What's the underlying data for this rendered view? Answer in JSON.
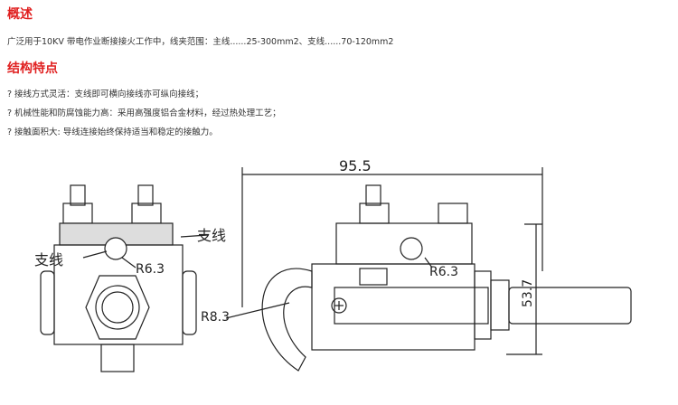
{
  "overview": {
    "heading": "概述",
    "text": "广泛用于10KV 带电作业断接接火工作中，线夹范围：主线......25-300mm2、支线......70-120mm2"
  },
  "features": {
    "heading": "结构特点",
    "items": [
      "? 接线方式灵活：支线即可横向接线亦可纵向接线；",
      "? 机械性能和防腐蚀能力高：采用高强度铝合金材料，经过热处理工艺；",
      "? 接触面积大: 导线连接始终保持适当和稳定的接触力。"
    ]
  },
  "drawing": {
    "branch_label_right": "支线",
    "branch_label_left": "支线",
    "radius_front": "R6.3",
    "radius_side": "R6.3",
    "radius_hook": "R8.3",
    "width_dim": "95.5",
    "height_dim": "53.7"
  }
}
